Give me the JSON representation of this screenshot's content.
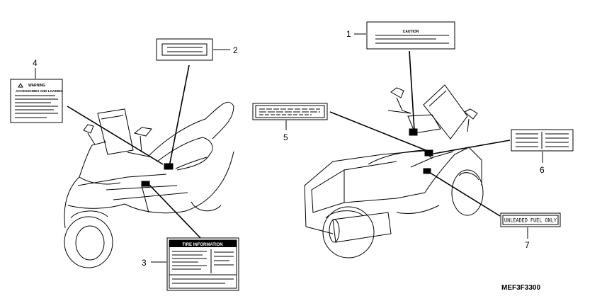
{
  "callouts": {
    "c1": "1",
    "c2": "2",
    "c3": "3",
    "c4": "4",
    "c5": "5",
    "c6": "6",
    "c7": "7"
  },
  "labels": {
    "caution": "CAUTION",
    "warning": "WARNING",
    "accessories": "ACCESSORIES AND LOADING",
    "tire_information": "TIRE INFORMATION",
    "unleaded": "UNLEADED FUEL ONLY"
  },
  "part_code": "MEF3F3300"
}
